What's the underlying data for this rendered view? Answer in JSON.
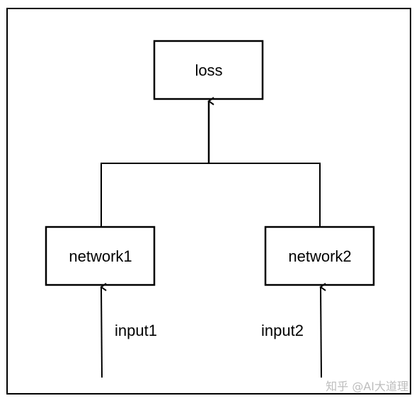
{
  "diagram": {
    "nodes": {
      "loss": "loss",
      "network1": "network1",
      "network2": "network2"
    },
    "inputs": {
      "input1": "input1",
      "input2": "input2"
    },
    "watermark": "知乎 @AI大道理"
  }
}
